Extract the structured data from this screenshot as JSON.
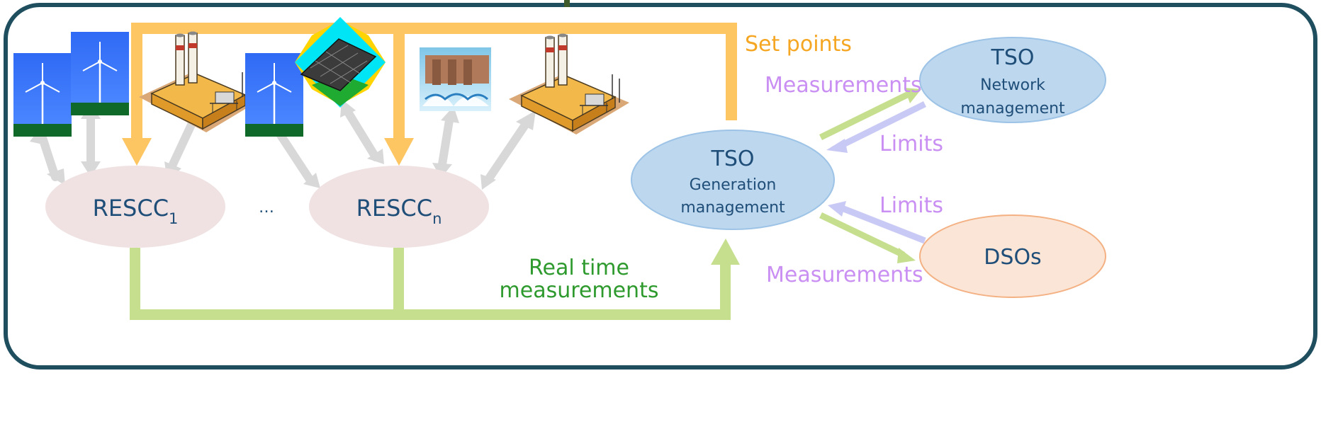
{
  "nodes": {
    "rescc1": {
      "base": "RESCC",
      "sub": "1"
    },
    "rescc_ellipsis": "…",
    "resccn": {
      "base": "RESCC",
      "sub": "n"
    },
    "tso_gen": {
      "title": "TSO",
      "line1": "Generation",
      "line2": "management"
    },
    "tso_net": {
      "title": "TSO",
      "line1": "Network",
      "line2": "management"
    },
    "dsos": {
      "title": "DSOs"
    }
  },
  "labels": {
    "set_points": "Set points",
    "real_time_line1": "Real time",
    "real_time_line2": "measurements",
    "measurements_top": "Measurements",
    "limits_top": "Limits",
    "limits_bottom": "Limits",
    "measurements_bottom": "Measurements"
  },
  "icons": [
    "wind-turbine-icon",
    "wind-turbine-icon",
    "power-plant-icon",
    "wind-turbine-icon",
    "solar-panel-icon",
    "hydro-dam-icon",
    "power-plant-icon"
  ],
  "colors": {
    "frame": "#1f4e5f",
    "set_points": "#f5a623",
    "set_points_arrow": "#fdc663",
    "real_time": "#2e9a2e",
    "real_time_arrow": "#c6df8f",
    "purple_text": "#c98ff2",
    "rescc_fill": "#f0e2e2",
    "tso_fill": "#bdd7ee",
    "dso_fill": "#fbe5d6",
    "dark_text": "#1f4e79"
  }
}
